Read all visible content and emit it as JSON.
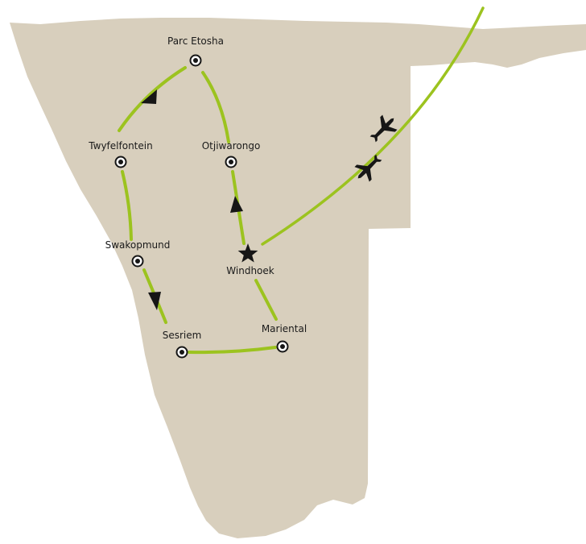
{
  "map": {
    "colors": {
      "land": "#d8cfbd",
      "route": "#9cc31f",
      "marker": "#161616",
      "background": "#ffffff"
    },
    "start": {
      "label": "Windhoek",
      "icon": "star-icon"
    },
    "stops": [
      {
        "id": "parc-etosha",
        "label": "Parc Etosha",
        "icon": "circle-marker-icon"
      },
      {
        "id": "twyfelfontein",
        "label": "Twyfelfontein",
        "icon": "circle-marker-icon"
      },
      {
        "id": "otjiwarongo",
        "label": "Otjiwarongo",
        "icon": "circle-marker-icon"
      },
      {
        "id": "swakopmund",
        "label": "Swakopmund",
        "icon": "circle-marker-icon"
      },
      {
        "id": "sesriem",
        "label": "Sesriem",
        "icon": "circle-marker-icon"
      },
      {
        "id": "mariental",
        "label": "Mariental",
        "icon": "circle-marker-icon"
      }
    ],
    "flight_icons": [
      "plane-icon",
      "plane-icon"
    ]
  }
}
